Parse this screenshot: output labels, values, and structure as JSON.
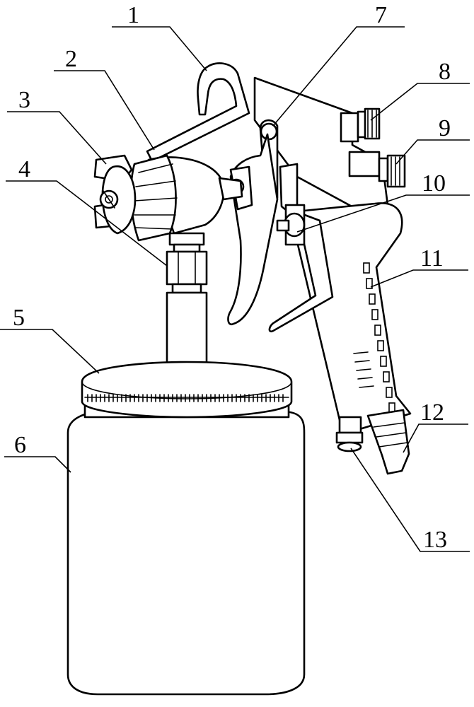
{
  "colors": {
    "line": "#000000",
    "background": "#ffffff"
  },
  "callouts": [
    {
      "id": "1",
      "label": "1"
    },
    {
      "id": "2",
      "label": "2"
    },
    {
      "id": "3",
      "label": "3"
    },
    {
      "id": "4",
      "label": "4"
    },
    {
      "id": "5",
      "label": "5"
    },
    {
      "id": "6",
      "label": "6"
    },
    {
      "id": "7",
      "label": "7"
    },
    {
      "id": "8",
      "label": "8"
    },
    {
      "id": "9",
      "label": "9"
    },
    {
      "id": "10",
      "label": "10"
    },
    {
      "id": "11",
      "label": "11"
    },
    {
      "id": "12",
      "label": "12"
    },
    {
      "id": "13",
      "label": "13"
    }
  ]
}
